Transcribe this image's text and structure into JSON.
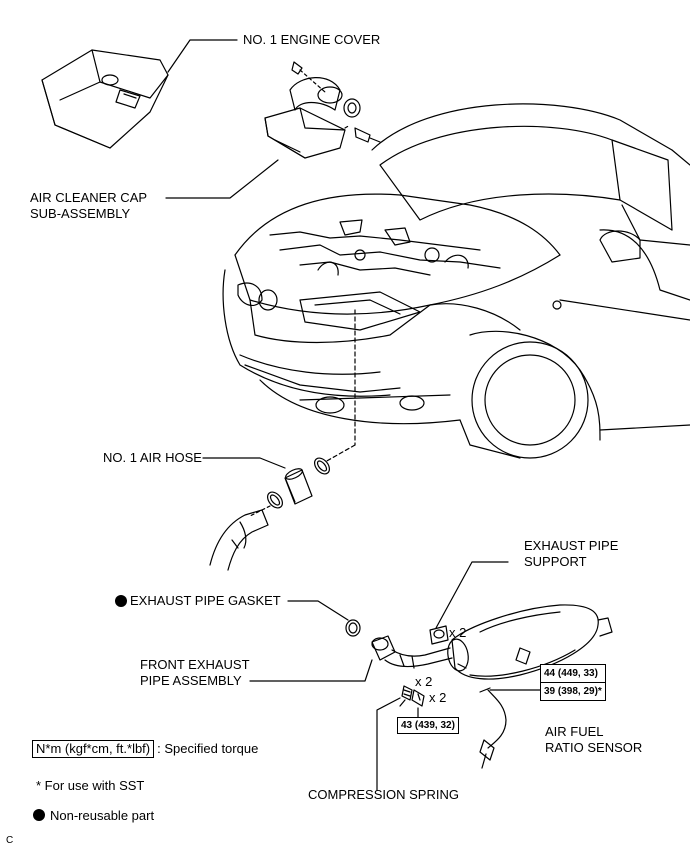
{
  "labels": {
    "engine_cover": "NO. 1 ENGINE COVER",
    "air_cleaner_cap_1": "AIR CLEANER CAP",
    "air_cleaner_cap_2": "SUB-ASSEMBLY",
    "air_hose": "NO. 1 AIR HOSE",
    "exhaust_support_1": "EXHAUST PIPE",
    "exhaust_support_2": "SUPPORT",
    "exhaust_gasket": "EXHAUST PIPE GASKET",
    "front_exhaust_1": "FRONT EXHAUST",
    "front_exhaust_2": "PIPE ASSEMBLY",
    "af_sensor_1": "AIR FUEL",
    "af_sensor_2": "RATIO SENSOR",
    "compression_spring": "COMPRESSION SPRING",
    "qty_support": "x 2",
    "qty_spring": "x 2",
    "qty_bolt": "x 2"
  },
  "torque": {
    "spring_bolt": "43 (439, 32)",
    "sensor_normal": "44 (449, 33)",
    "sensor_sst": "39 (398, 29)*"
  },
  "legend": {
    "unit": "N*m (kgf*cm, ft.*lbf)",
    "unit_desc": ": Specified torque",
    "sst_note": "* For use with SST",
    "nonreusable": "Non-reusable part"
  },
  "footer_code": "C"
}
